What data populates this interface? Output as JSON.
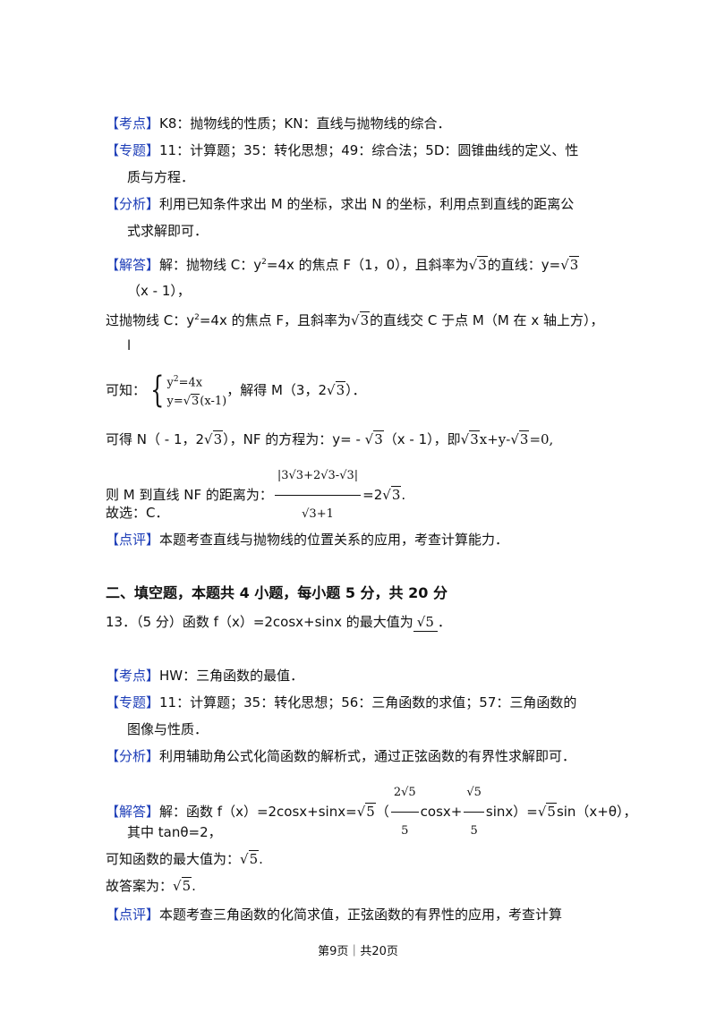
{
  "q12": {
    "kaodian_tag": "【考点】",
    "kaodian_text": "K8：抛物线的性质；KN：直线与抛物线的综合．",
    "zhuanti_tag": "【专题】",
    "zhuanti_text1": "11：计算题；35：转化思想；49：综合法；5D：圆锥曲线的定义、性",
    "zhuanti_text2": "质与方程．",
    "fenxi_tag": "【分析】",
    "fenxi_text1": "利用已知条件求出 M 的坐标，求出 N 的坐标，利用点到直线的距离公",
    "fenxi_text2": "式求解即可．",
    "jieda_tag": "【解答】",
    "jieda_a": "解：抛物线 C：y",
    "jieda_b": "=4x 的焦点 F（1，0），且斜率为",
    "jieda_c": "的直线：y=",
    "jieda_d": "（x - 1），",
    "line_guo_a": "过抛物线 C：y",
    "line_guo_b": "=4x 的焦点 F，且斜率为",
    "line_guo_c": "的直线交 C 于点 M（M 在 x 轴上方），",
    "line_bar": "l",
    "kezhi_a": "可知：",
    "sys_row1": "y",
    "sys_row1b": "=4x",
    "sys_row2a": "y=",
    "sys_row2b": "(x-1)",
    "kezhi_b": "，解得 M（3，2",
    "kezhi_c": "）．",
    "kede_a": "可得 N（ - 1，2",
    "kede_b": "），NF 的方程为：y= - ",
    "kede_c": "（x - 1），即",
    "kede_d": "x+y-",
    "kede_e": "=0,",
    "ze_a": "则 M 到直线 NF 的距离为：",
    "ze_num": "|3√3+2√3-√3|",
    "ze_den": "√3+1",
    "ze_b": "=2",
    "ze_c": ".",
    "guxuan": "故选：C．",
    "dianping_tag": "【点评】",
    "dianping_text": "本题考查直线与抛物线的位置关系的应用，考查计算能力．"
  },
  "section": {
    "heading": "二、填空题，本题共 4 小题，每小题 5 分，共 20 分"
  },
  "q13": {
    "stem_a": "13．（5 分）函数 f（x）=2cosx+sinx 的最大值为",
    "stem_answer": "√5",
    "stem_b": "．",
    "kaodian_tag": "【考点】",
    "kaodian_text": "HW：三角函数的最值．",
    "zhuanti_tag": "【专题】",
    "zhuanti_text1": "11：计算题；35：转化思想；56：三角函数的求值；57：三角函数的",
    "zhuanti_text2": "图像与性质．",
    "fenxi_tag": "【分析】",
    "fenxi_text": "利用辅助角公式化简函数的解析式，通过正弦函数的有界性求解即可．",
    "jieda_tag": "【解答】",
    "jieda_a": "解：函数 f（x）=2cosx+sinx=",
    "jieda_paren_open": "（",
    "frac1_num": "2√5",
    "frac1_den": "5",
    "jieda_cos": "cosx+",
    "frac2_num": "√5",
    "frac2_den": "5",
    "jieda_sin": "sinx）=",
    "jieda_end": "sin（x+θ），",
    "qizhong": "其中 tanθ=2，",
    "kezhi_a": "可知函数的最大值为：",
    "kezhi_b": ".",
    "guda_a": "故答案为：",
    "guda_b": ".",
    "dianping_tag": "【点评】",
    "dianping_text": "本题考查三角函数的化简求值，正弦函数的有界性的应用，考查计算"
  },
  "footer": "第9页｜共20页",
  "colors": {
    "tag": "#1f3fb8",
    "text": "#111111"
  }
}
